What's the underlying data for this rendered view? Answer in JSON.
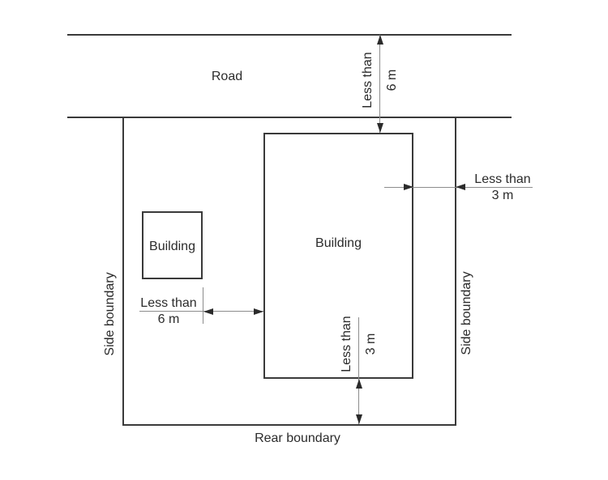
{
  "diagram": {
    "road": {
      "label": "Road"
    },
    "boundaries": {
      "side_left": "Side boundary",
      "side_right": "Side boundary",
      "rear": "Rear boundary"
    },
    "buildings": {
      "large": "Building",
      "small": "Building"
    },
    "dimensions": {
      "road_to_building": {
        "line1": "Less than",
        "line2": "6 m"
      },
      "building_to_side": {
        "line1": "Less than",
        "line2": "3 m"
      },
      "building_to_building": {
        "line1": "Less than",
        "line2": "6 m"
      },
      "building_to_rear": {
        "line1": "Less than",
        "line2": "3 m"
      }
    },
    "colors": {
      "background": "#ffffff",
      "line": "#3a3a3a",
      "dimension_line": "#8c8c8c",
      "arrow": "#2b2b2b",
      "text": "#2b2b2b"
    }
  }
}
